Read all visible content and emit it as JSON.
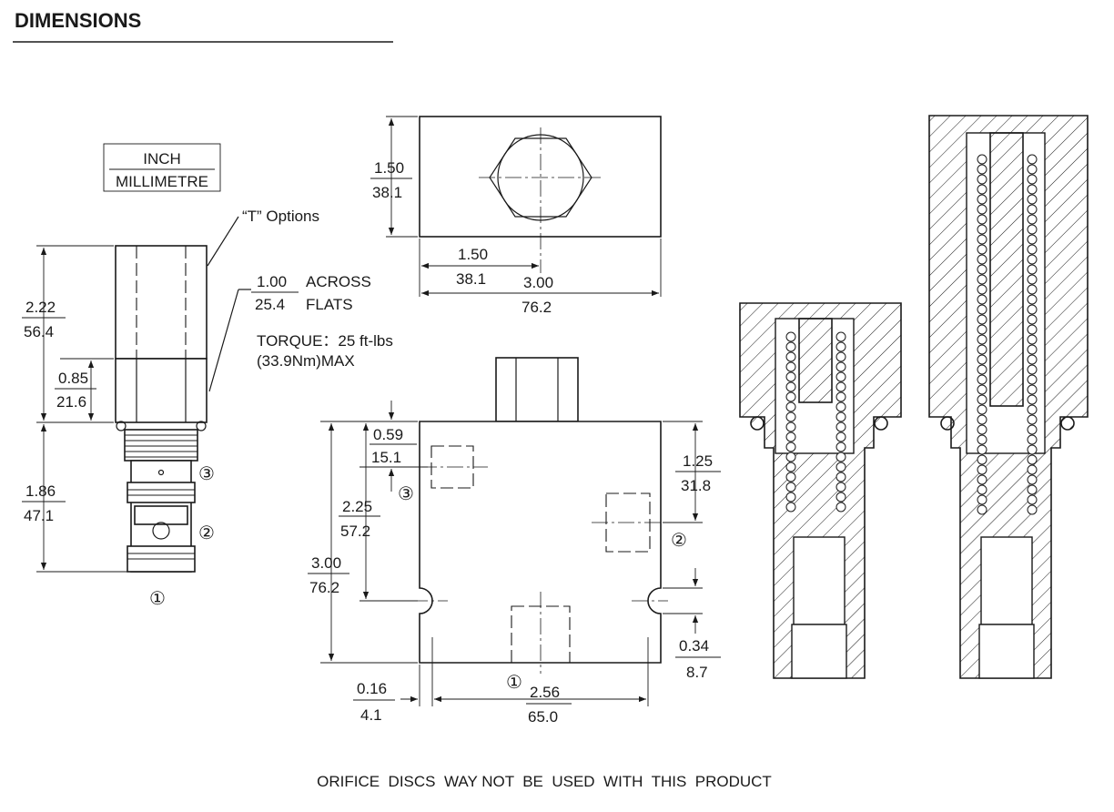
{
  "header": {
    "title": "DIMENSIONS"
  },
  "units_legend": {
    "top": "INCH",
    "bottom": "MILLIMETRE"
  },
  "side_view": {
    "t_options": "“T” Options",
    "across_flats_in": "1.00",
    "across_flats_mm": "25.4",
    "across_label_1": "ACROSS",
    "across_label_2": "FLATS",
    "torque_line_1": "TORQUE：25 ft-lbs",
    "torque_line_2": "(33.9Nm)MAX",
    "dim_overall_in": "2.22",
    "dim_overall_mm": "56.4",
    "dim_hex_in": "0.85",
    "dim_hex_mm": "21.6",
    "dim_cart_in": "1.86",
    "dim_cart_mm": "47.1",
    "port_3": "③",
    "port_2": "②",
    "port_1": "①"
  },
  "top_view": {
    "height_in": "1.50",
    "height_mm": "38.1",
    "center_in": "1.50",
    "center_mm": "38.1",
    "width_in": "3.00",
    "width_mm": "76.2"
  },
  "front_view": {
    "d059_in": "0.59",
    "d059_mm": "15.1",
    "d225_in": "2.25",
    "d225_mm": "57.2",
    "d300_in": "3.00",
    "d300_mm": "76.2",
    "d125_in": "1.25",
    "d125_mm": "31.8",
    "d034_in": "0.34",
    "d034_mm": "8.7",
    "d016_in": "0.16",
    "d016_mm": "4.1",
    "d256_in": "2.56",
    "d256_mm": "65.0",
    "port_3": "③",
    "port_2": "②",
    "port_1": "①"
  },
  "footer": {
    "note": "ORIFICE  DISCS  WAY NOT  BE  USED  WITH  THIS  PRODUCT"
  }
}
